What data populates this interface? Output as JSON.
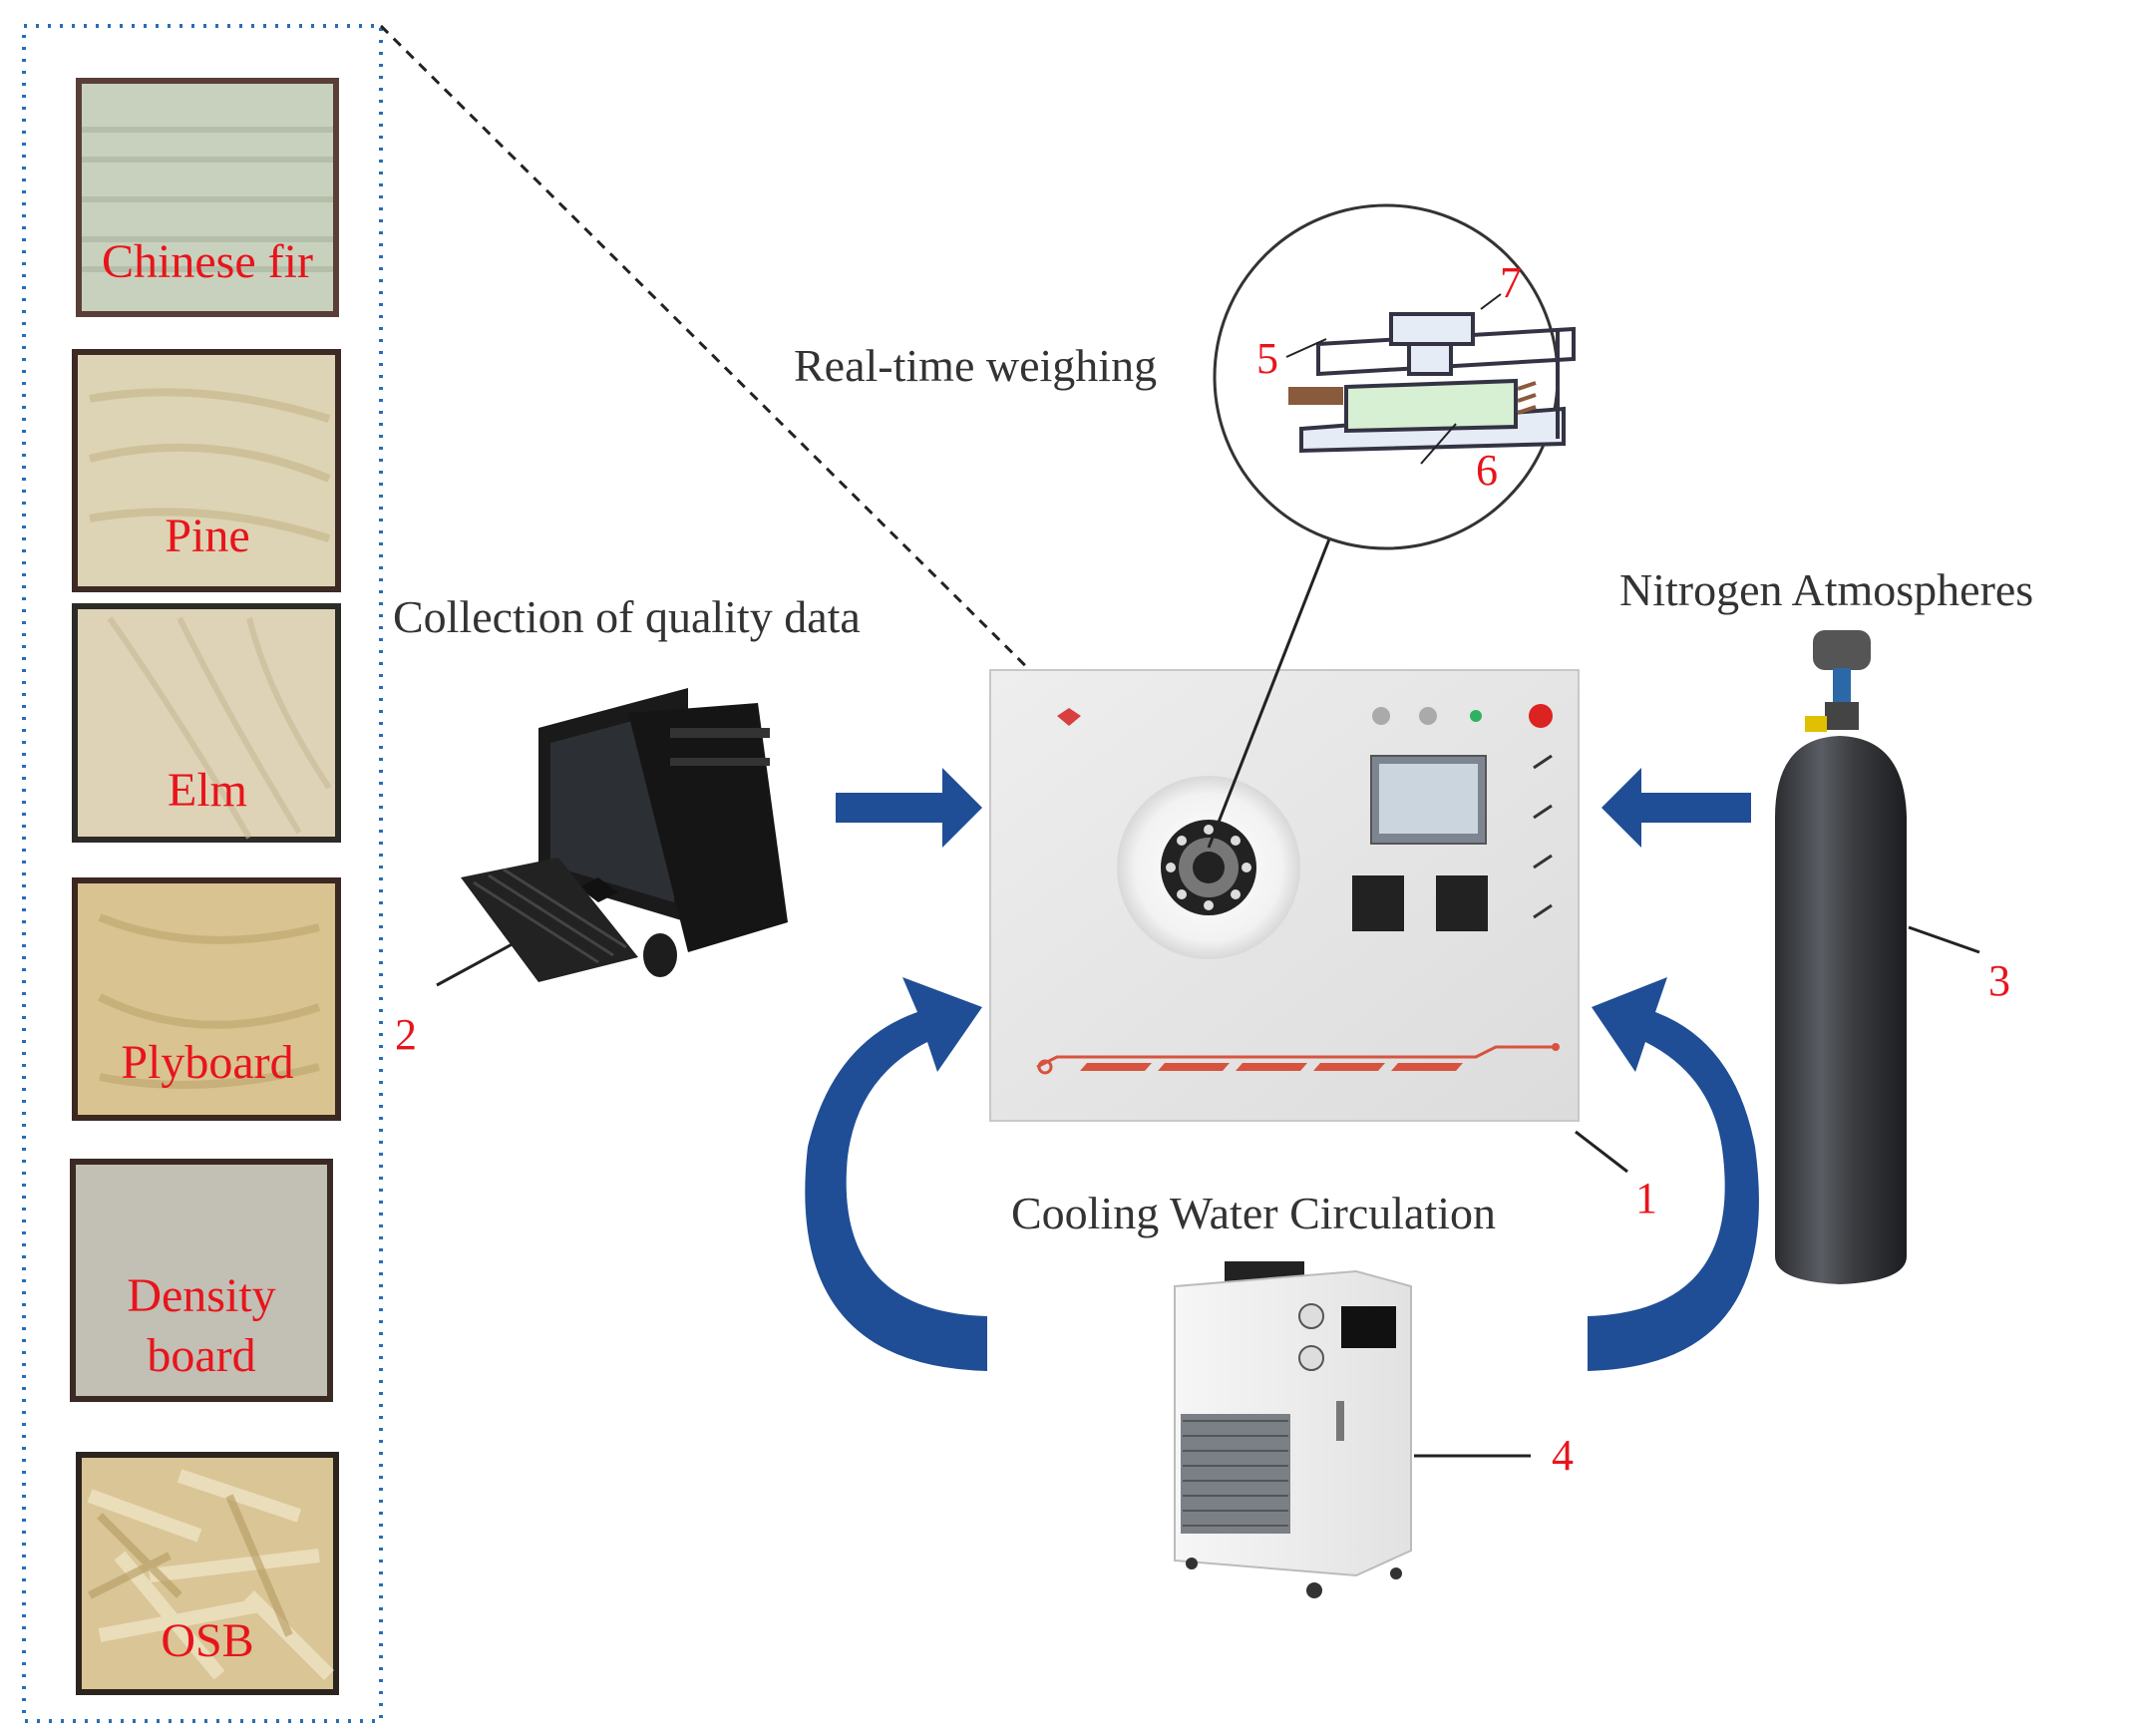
{
  "samples": [
    {
      "label": "Chinese fir",
      "icon": "chinese-fir-sample-photo"
    },
    {
      "label": "Pine",
      "icon": "pine-sample-photo"
    },
    {
      "label": "Elm",
      "icon": "elm-sample-photo"
    },
    {
      "label": "Plyboard",
      "icon": "plyboard-sample-photo"
    },
    {
      "label_line1": "Density",
      "label_line2": "board",
      "icon": "density-board-sample-photo"
    },
    {
      "label": "OSB",
      "icon": "osb-sample-photo"
    }
  ],
  "captions": {
    "weighing": "Real-time weighing",
    "computer": "Collection of quality data",
    "nitrogen": "Nitrogen Atmospheres",
    "cooling": "Cooling Water Circulation"
  },
  "callouts": {
    "n1": "1",
    "n2": "2",
    "n3": "3",
    "n4": "4",
    "n5": "5",
    "n6": "6",
    "n7": "7"
  },
  "colors": {
    "label_red": "#e8141b",
    "arrow_blue": "#1f4e96",
    "dotted_border": "#2a6db5"
  }
}
